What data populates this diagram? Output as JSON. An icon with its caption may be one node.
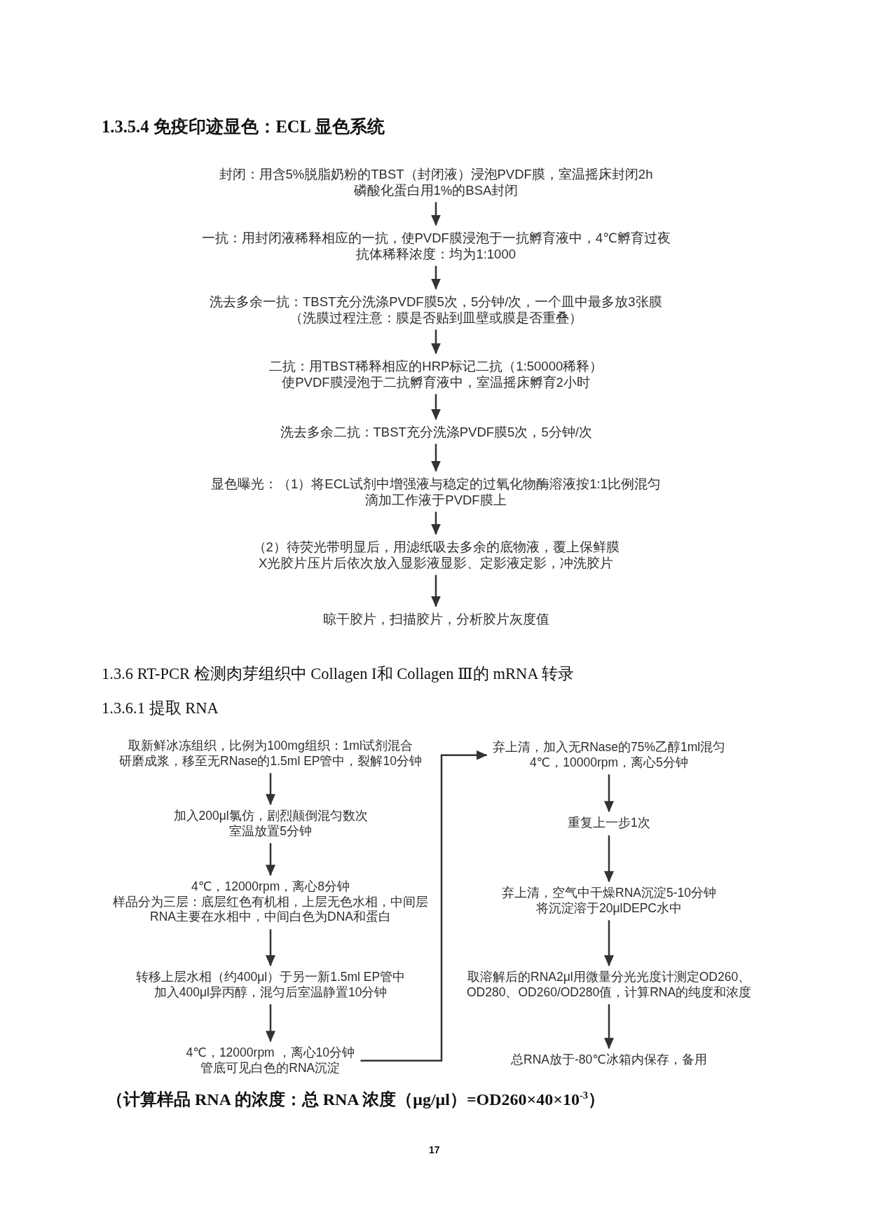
{
  "diagram": {
    "title": "1.3.5.4 免疫印迹显色：ECL 显色系统",
    "nodes": [
      {
        "text": [
          "封闭：用含5%脱脂奶粉的TBST（封闭液）浸泡PVDF膜，室温摇床封闭2h",
          "磷酸化蛋白用1%的BSA封闭"
        ]
      },
      {
        "text": [
          "一抗：用封闭液稀释相应的一抗，使PVDF膜浸泡于一抗孵育液中，4℃孵育过夜",
          "抗体稀释浓度：均为1:1000"
        ]
      },
      {
        "text": [
          "洗去多余一抗：TBST充分洗涤PVDF膜5次，5分钟/次，一个皿中最多放3张膜",
          "（洗膜过程注意：膜是否贴到皿壁或膜是否重叠）"
        ]
      },
      {
        "text": [
          "二抗：用TBST稀释相应的HRP标记二抗（1:50000稀释）",
          "使PVDF膜浸泡于二抗孵育液中，室温摇床孵育2小时"
        ]
      },
      {
        "text": [
          "洗去多余二抗：TBST充分洗涤PVDF膜5次，5分钟/次"
        ]
      },
      {
        "text": [
          "显色曝光：（1）将ECL试剂中增强液与稳定的过氧化物酶溶液按1:1比例混匀",
          "滴加工作液于PVDF膜上"
        ]
      },
      {
        "text": [
          "（2）待荧光带明显后，用滤纸吸去多余的底物液，覆上保鲜膜",
          "X光胶片压片后依次放入显影液显影、定影液定影，冲洗胶片"
        ]
      },
      {
        "text": [
          "晾干胶片，扫描胶片，分析胶片灰度值"
        ]
      },
      {
        "text": [
          "取新鲜冰冻组织，比例为100mg组织：1ml试剂混合",
          "研磨成浆，移至无RNase的1.5ml EP管中，裂解10分钟"
        ]
      },
      {
        "text": [
          "加入200μl氯仿，剧烈颠倒混匀数次",
          "室温放置5分钟"
        ]
      },
      {
        "text": [
          "4℃，12000rpm，离心8分钟",
          "样品分为三层：底层红色有机相，上层无色水相，中间层",
          "RNA主要在水相中，中间白色为DNA和蛋白"
        ]
      },
      {
        "text": [
          "转移上层水相（约400μl）于另一新1.5ml EP管中",
          "加入400μl异丙醇，混匀后室温静置10分钟"
        ]
      },
      {
        "text": [
          "4℃，12000rpm ，离心10分钟",
          "管底可见白色的RNA沉淀"
        ]
      },
      {
        "text": [
          "弃上清，加入无RNase的75%乙醇1ml混匀",
          "4℃，10000rpm，离心5分钟"
        ]
      },
      {
        "text": [
          "重复上一步1次"
        ]
      },
      {
        "text": [
          "弃上清，空气中干燥RNA沉淀5-10分钟",
          "将沉淀溶于20μlDEPC水中"
        ]
      },
      {
        "text": [
          "取溶解后的RNA2μl用微量分光光度计测定OD260、",
          "OD280、OD260/OD280值，计算RNA的纯度和浓度"
        ]
      },
      {
        "text": [
          "总RNA放于-80℃冰箱内保存，备用"
        ]
      }
    ],
    "edges": [
      {
        "from": 0,
        "to": 1,
        "arrow": "to"
      },
      {
        "from": 1,
        "to": 2,
        "arrow": "to"
      },
      {
        "from": 2,
        "to": 3,
        "arrow": "to"
      },
      {
        "from": 3,
        "to": 4,
        "arrow": "to"
      },
      {
        "from": 4,
        "to": 5,
        "arrow": "to"
      },
      {
        "from": 5,
        "to": 6,
        "arrow": "to"
      },
      {
        "from": 6,
        "to": 7,
        "arrow": "to"
      },
      {
        "from": 8,
        "to": 9,
        "arrow": "to"
      },
      {
        "from": 9,
        "to": 10,
        "arrow": "to"
      },
      {
        "from": 10,
        "to": 11,
        "arrow": "to"
      },
      {
        "from": 11,
        "to": 12,
        "arrow": "to"
      },
      {
        "from": 12,
        "to": 13,
        "arrow": "to"
      },
      {
        "from": 13,
        "to": 14,
        "arrow": "to"
      },
      {
        "from": 14,
        "to": 15,
        "arrow": "to"
      },
      {
        "from": 15,
        "to": 16,
        "arrow": "to"
      },
      {
        "from": 16,
        "to": 17,
        "arrow": "to"
      }
    ],
    "labels": [
      "1.3.6 RT-PCR 检测肉芽组织中 Collagen I和 Collagen Ⅲ的 mRNA 转录",
      "1.3.6.1 提取 RNA",
      "（计算样品 RNA 的浓度：总 RNA 浓度（μg/μl）=OD260×40×10$^{-3}$）",
      "17"
    ]
  }
}
